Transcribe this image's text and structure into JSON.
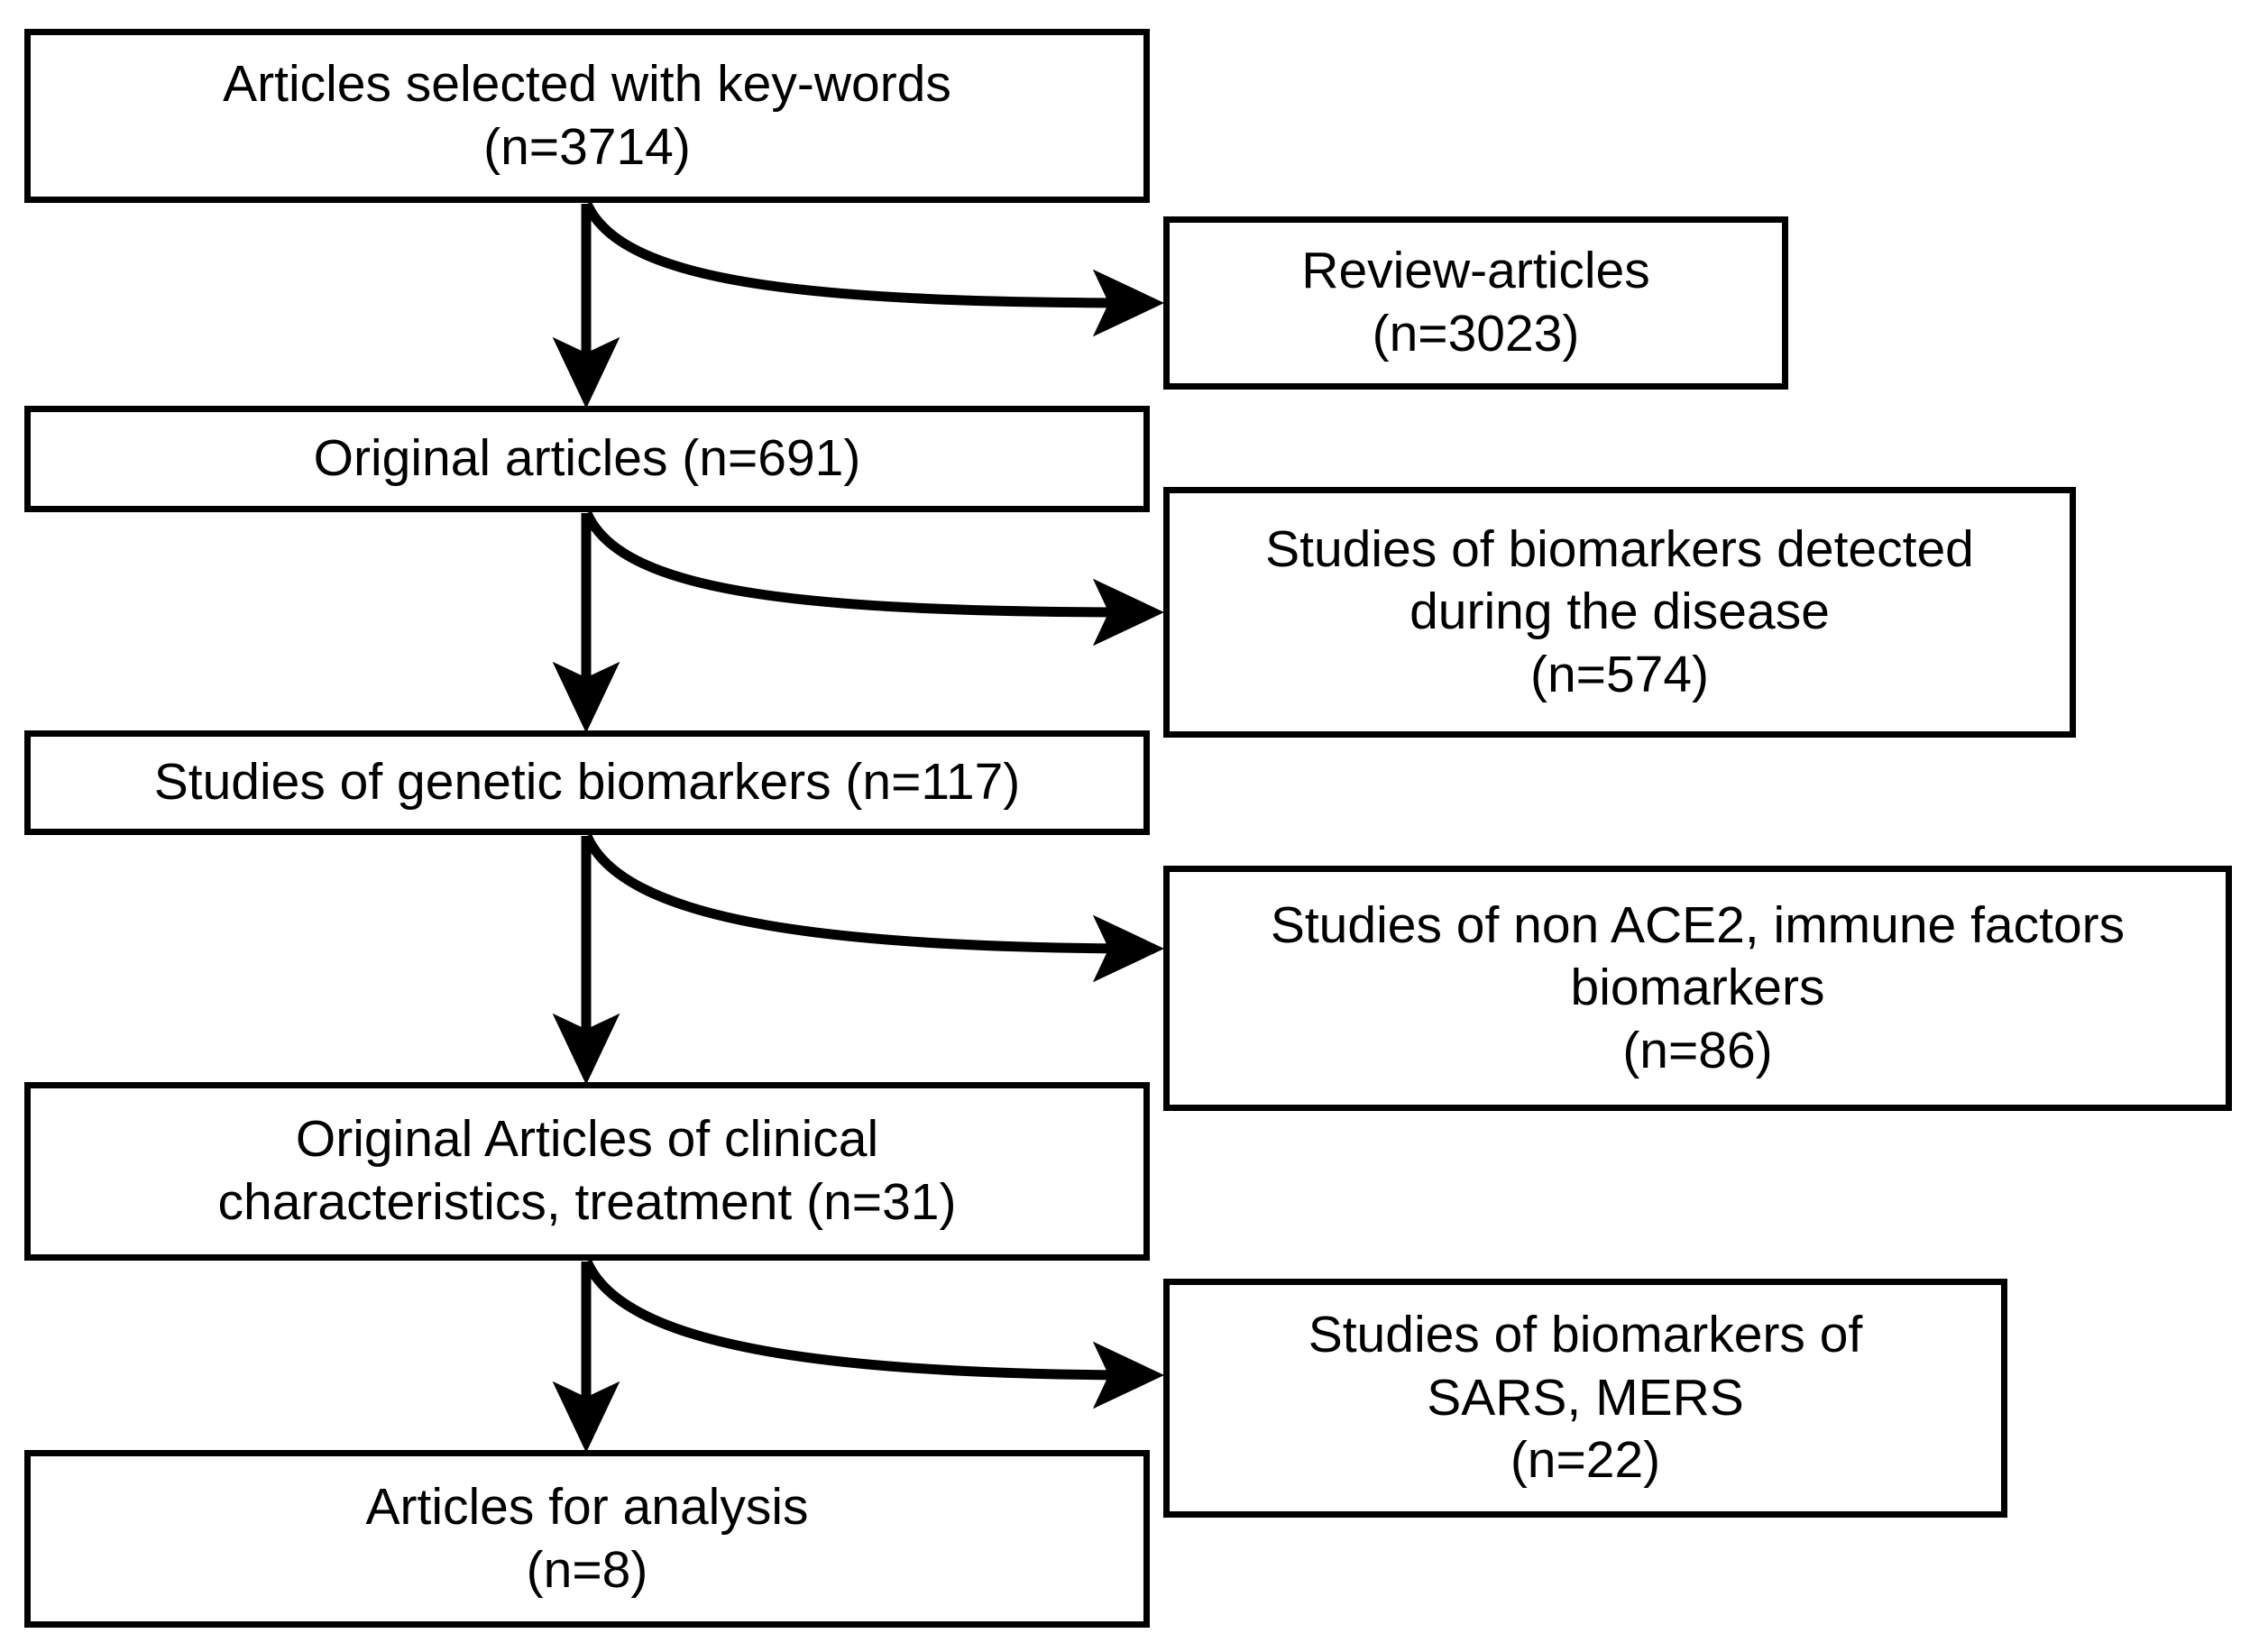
{
  "diagram": {
    "title": "Article selection flow chart",
    "stroke_color": "#000000",
    "fill_color": "#ffffff",
    "text_color": "#000000"
  },
  "main_flow": [
    {
      "id": "articles-selected",
      "text": "Articles selected with key-words\n(n=3714)",
      "n": 3714
    },
    {
      "id": "original-articles",
      "text": "Original articles (n=691)",
      "n": 691
    },
    {
      "id": "genetic-biomarkers",
      "text": "Studies of genetic biomarkers (n=117)",
      "n": 117
    },
    {
      "id": "clinical-characteristics",
      "text": "Original Articles of clinical\ncharacteristics, treatment (n=31)",
      "n": 31
    },
    {
      "id": "articles-for-analysis",
      "text": "Articles for analysis\n(n=8)",
      "n": 8
    }
  ],
  "excluded": [
    {
      "id": "review-articles",
      "text": "Review-articles\n(n=3023)",
      "n": 3023
    },
    {
      "id": "biomarkers-during-disease",
      "text": "Studies of biomarkers detected\nduring the disease\n(n=574)",
      "n": 574
    },
    {
      "id": "non-ace2-immune-factors",
      "text": "Studies of non ACE2, immune factors\nbiomarkers\n(n=86)",
      "n": 86
    },
    {
      "id": "sars-mers-biomarkers",
      "text": "Studies of biomarkers of\nSARS, MERS\n(n=22)",
      "n": 22
    }
  ],
  "connectors": {
    "down_arrows": [
      {
        "name": "arrow-down-selected-to-original"
      },
      {
        "name": "arrow-down-original-to-genetic"
      },
      {
        "name": "arrow-down-genetic-to-clinical"
      },
      {
        "name": "arrow-down-clinical-to-analysis"
      }
    ],
    "curved_arrows": [
      {
        "name": "arrow-curve-to-review-articles"
      },
      {
        "name": "arrow-curve-to-biomarkers-during-disease"
      },
      {
        "name": "arrow-curve-to-non-ace2-immune-factors"
      },
      {
        "name": "arrow-curve-to-sars-mers-biomarkers"
      }
    ]
  }
}
